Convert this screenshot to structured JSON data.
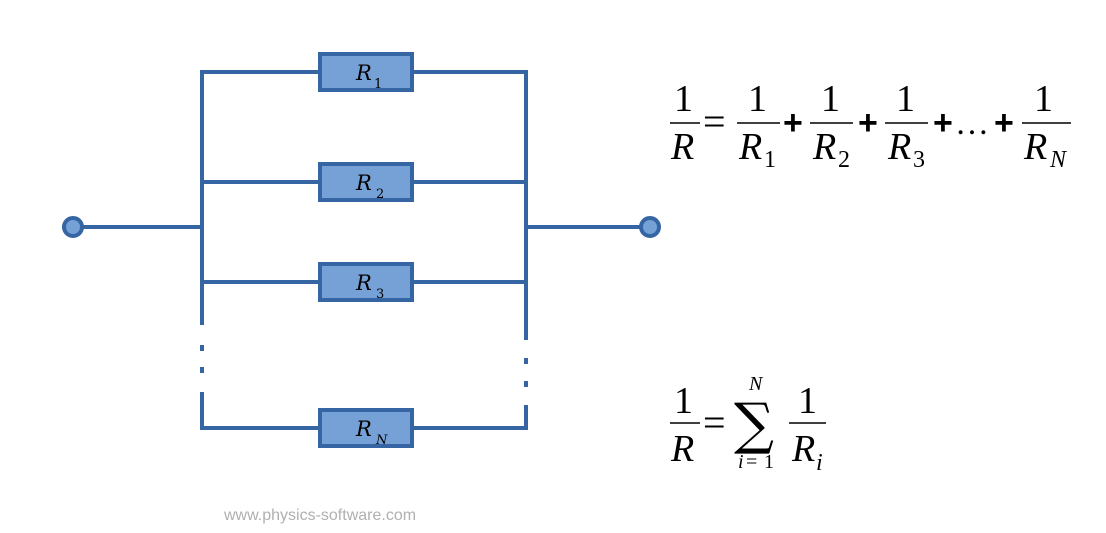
{
  "diagram": {
    "resistors": [
      {
        "symbol": "R",
        "subscript": "1"
      },
      {
        "symbol": "R",
        "subscript": "2"
      },
      {
        "symbol": "R",
        "subscript": "3"
      },
      {
        "symbol": "R",
        "subscript": "N"
      }
    ],
    "colors": {
      "wire": "#3565a3",
      "fill": "#75a1d6"
    }
  },
  "formula1": {
    "lhs": {
      "num": "1",
      "den": "R"
    },
    "equals": "=",
    "plus": "+",
    "ellipsis": "…",
    "terms": [
      {
        "num": "1",
        "den": "R",
        "sub": "1"
      },
      {
        "num": "1",
        "den": "R",
        "sub": "2"
      },
      {
        "num": "1",
        "den": "R",
        "sub": "3"
      },
      {
        "num": "1",
        "den": "R",
        "sub": "N"
      }
    ]
  },
  "formula2": {
    "lhs": {
      "num": "1",
      "den": "R"
    },
    "equals": "=",
    "sum_symbol": "∑",
    "upper": "N",
    "lower_var": "i",
    "lower_eq": "=",
    "lower_val": "1",
    "term": {
      "num": "1",
      "den": "R",
      "sub": "i"
    }
  },
  "watermark": "www.physics-software.com"
}
